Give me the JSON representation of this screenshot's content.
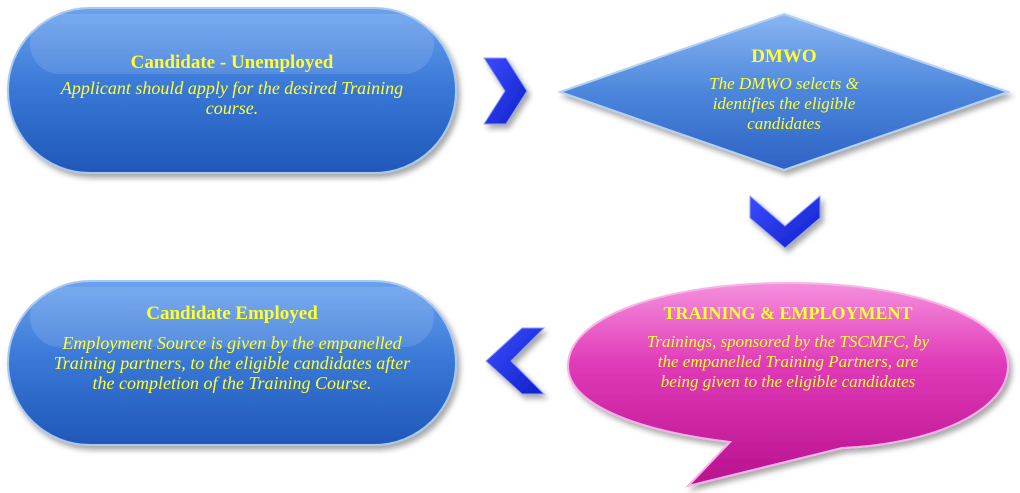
{
  "nodes": {
    "unemployed": {
      "title": "Candidate - Unemployed",
      "description": "Applicant should apply for the desired Training course."
    },
    "dmwo": {
      "title": "DMWO",
      "description": "The DMWO selects & identifies the eligible candidates"
    },
    "training": {
      "title": "TRAINING & EMPLOYMENT",
      "description": "Trainings, sponsored by the TSCMFC, by the empanelled Training Partners, are being given to the eligible candidates"
    },
    "employed": {
      "title": "Candidate Employed",
      "description": "Employment Source is given by the empanelled Training partners, to the eligible candidates after the completion of the Training Course."
    }
  },
  "colors": {
    "box_blue": "#2f6fd0",
    "box_blue_light": "#5f97ea",
    "bubble_magenta": "#d61fa8",
    "bubble_magenta_light": "#f06ad2",
    "arrow_blue": "#1a2ee6",
    "text_yellow": "#ffff33"
  },
  "arrows": [
    {
      "name": "right-chevron-icon",
      "direction": "right"
    },
    {
      "name": "down-chevron-icon",
      "direction": "down"
    },
    {
      "name": "left-chevron-icon",
      "direction": "left"
    }
  ]
}
